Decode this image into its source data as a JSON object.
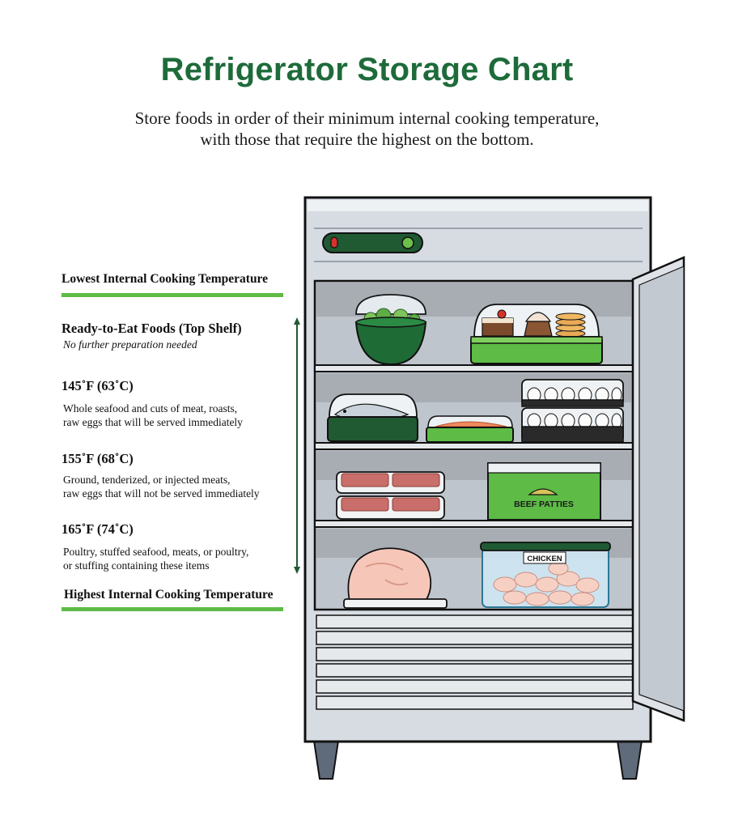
{
  "header": {
    "title": "Refrigerator Storage Chart",
    "subtitle_line1": "Store foods in order of their minimum internal cooking temperature,",
    "subtitle_line2": "with those that require the highest on the bottom."
  },
  "scale": {
    "top_label": "Lowest Internal Cooking Temperature",
    "bottom_label": "Highest Internal Cooking Temperature"
  },
  "levels": [
    {
      "heading": "Ready-to-Eat Foods (Top Shelf)",
      "note": "No further preparation needed"
    },
    {
      "heading": "145˚F (63˚C)",
      "line1": "Whole seafood and cuts of meat, roasts,",
      "line2": "raw eggs that will be served immediately"
    },
    {
      "heading": "155˚F (68˚C)",
      "line1": "Ground, tenderized, or injected meats,",
      "line2": "raw eggs that will not be served immediately"
    },
    {
      "heading": "165˚F (74˚C)",
      "line1": "Poultry, stuffed seafood, meats, or poultry,",
      "line2": "or stuffing containing these items"
    }
  ],
  "fridge_labels": {
    "beef_box": "BEEF PATTIES",
    "chicken_box": "CHICKEN"
  },
  "colors": {
    "title_green": "#1e6b3a",
    "accent_green": "#5dbb46",
    "dark_green": "#1f5a33",
    "fridge_steel": "#d7dce3"
  }
}
